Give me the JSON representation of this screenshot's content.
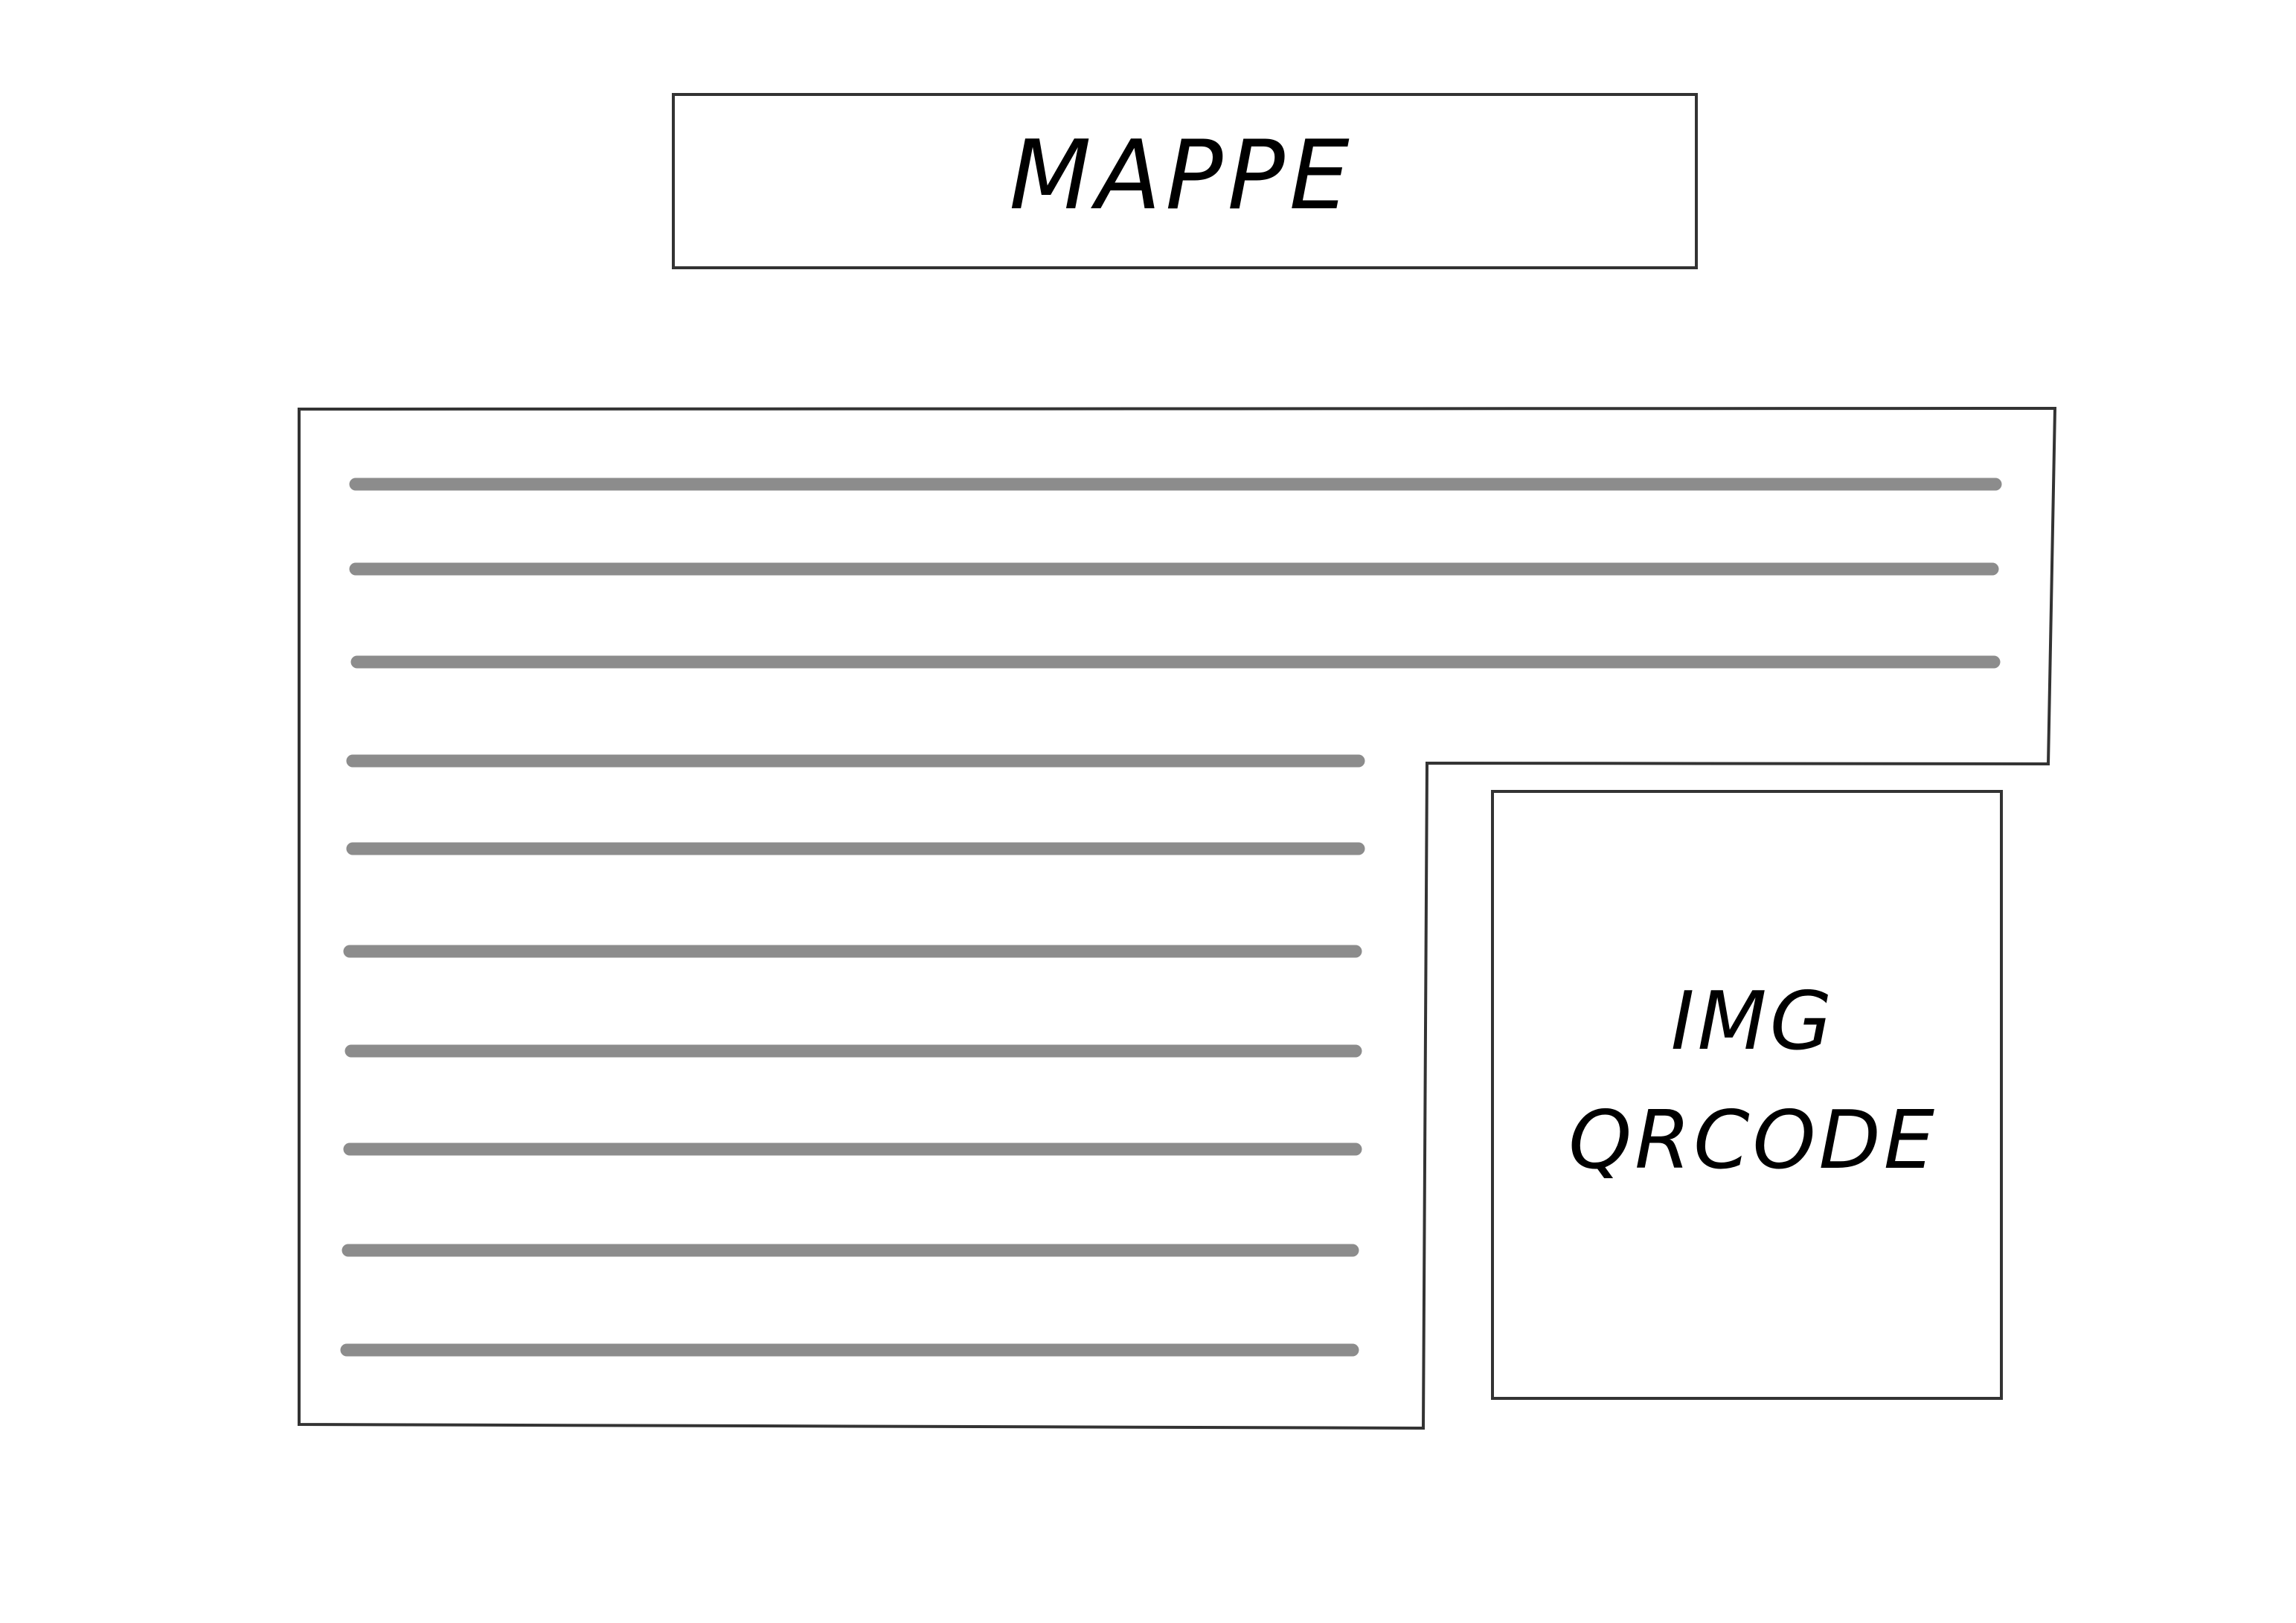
{
  "header": {
    "title": "MAPPE"
  },
  "content_block": {
    "line_count": 10
  },
  "image_box": {
    "label_line1": "IMG",
    "label_line2": "QRCODE"
  },
  "colors": {
    "outline": "#333333",
    "placeholder_line": "#8c8c8c",
    "background": "#ffffff",
    "text": "#000000"
  }
}
